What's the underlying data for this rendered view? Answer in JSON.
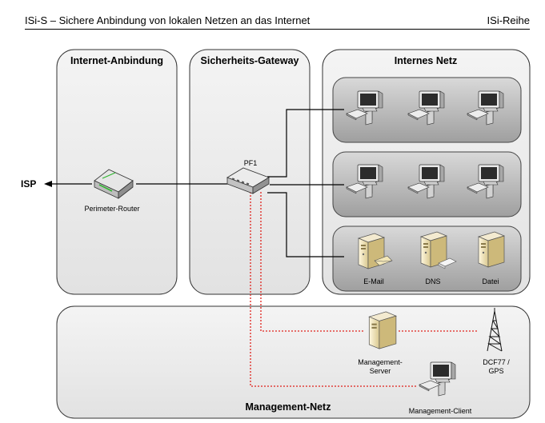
{
  "header": {
    "left": "ISi-S – Sichere Anbindung von lokalen Netzen an das Internet",
    "right": "ISi-Reihe"
  },
  "zones": {
    "internet": "Internet-Anbindung",
    "gateway": "Sicherheits-Gateway",
    "internal": "Internes Netz",
    "management": "Management-Netz"
  },
  "labels": {
    "isp": "ISP",
    "router": "Perimeter-Router",
    "pf1": "PF1",
    "email": "E-Mail",
    "dns": "DNS",
    "datei": "Datei",
    "mgmt_server_1": "Management-",
    "mgmt_server_2": "Server",
    "dcf_1": "DCF77 /",
    "dcf_2": "GPS",
    "mgmt_client": "Management-Client"
  },
  "colors": {
    "zone_fill": "#ebebeb",
    "segment_fill": "#b2b2b2",
    "management_link": "#e0201a",
    "data_link": "#000000"
  }
}
